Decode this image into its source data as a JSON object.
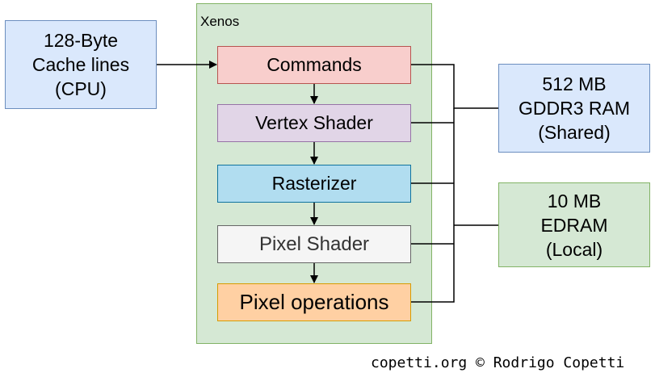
{
  "container": {
    "title": "Xenos"
  },
  "pipeline": {
    "stages": [
      {
        "label": "Commands",
        "color": "#f8cecc"
      },
      {
        "label": "Vertex Shader",
        "color": "#e1d5e7"
      },
      {
        "label": "Rasterizer",
        "color": "#b1ddf0"
      },
      {
        "label": "Pixel Shader",
        "color": "#f5f5f5"
      },
      {
        "label": "Pixel operations",
        "color": "#ffd0a3"
      }
    ]
  },
  "external": {
    "cpu": {
      "text": "128-Byte\nCache lines\n(CPU)",
      "color": "#dae8fc"
    },
    "ram": {
      "text": "512 MB\nGDDR3 RAM\n(Shared)",
      "color": "#dae8fc"
    },
    "edram": {
      "text": "10 MB\nEDRAM\n(Local)",
      "color": "#d5e8d4"
    }
  },
  "credit": "copetti.org © Rodrigo Copetti",
  "colors": {
    "container_fill": "#d5e8d4",
    "container_border": "#82b366",
    "line": "#000000"
  }
}
